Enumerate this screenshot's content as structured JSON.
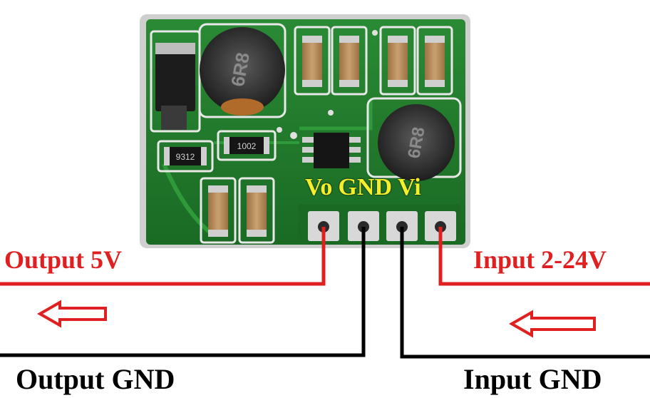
{
  "pin_labels": {
    "vo": "Vo",
    "gnd": "GND",
    "vi": "Vi"
  },
  "labels": {
    "output_voltage": "Output 5V",
    "input_voltage": "Input 2-24V",
    "output_gnd": "Output GND",
    "input_gnd": "Input GND"
  },
  "components": {
    "inductor_left_marking": "6R8",
    "inductor_right_marking": "6R8",
    "resistor_left_marking": "9312",
    "resistor_right_marking": "1002"
  },
  "colors": {
    "pcb": "#1f7a2a",
    "pcb_dark": "#145c1d",
    "power_wire": "#e02020",
    "ground_wire": "#000000",
    "pin_label": "#f5ee2a",
    "capacitor": "#b98f5f",
    "pad": "#d8d8d8"
  }
}
